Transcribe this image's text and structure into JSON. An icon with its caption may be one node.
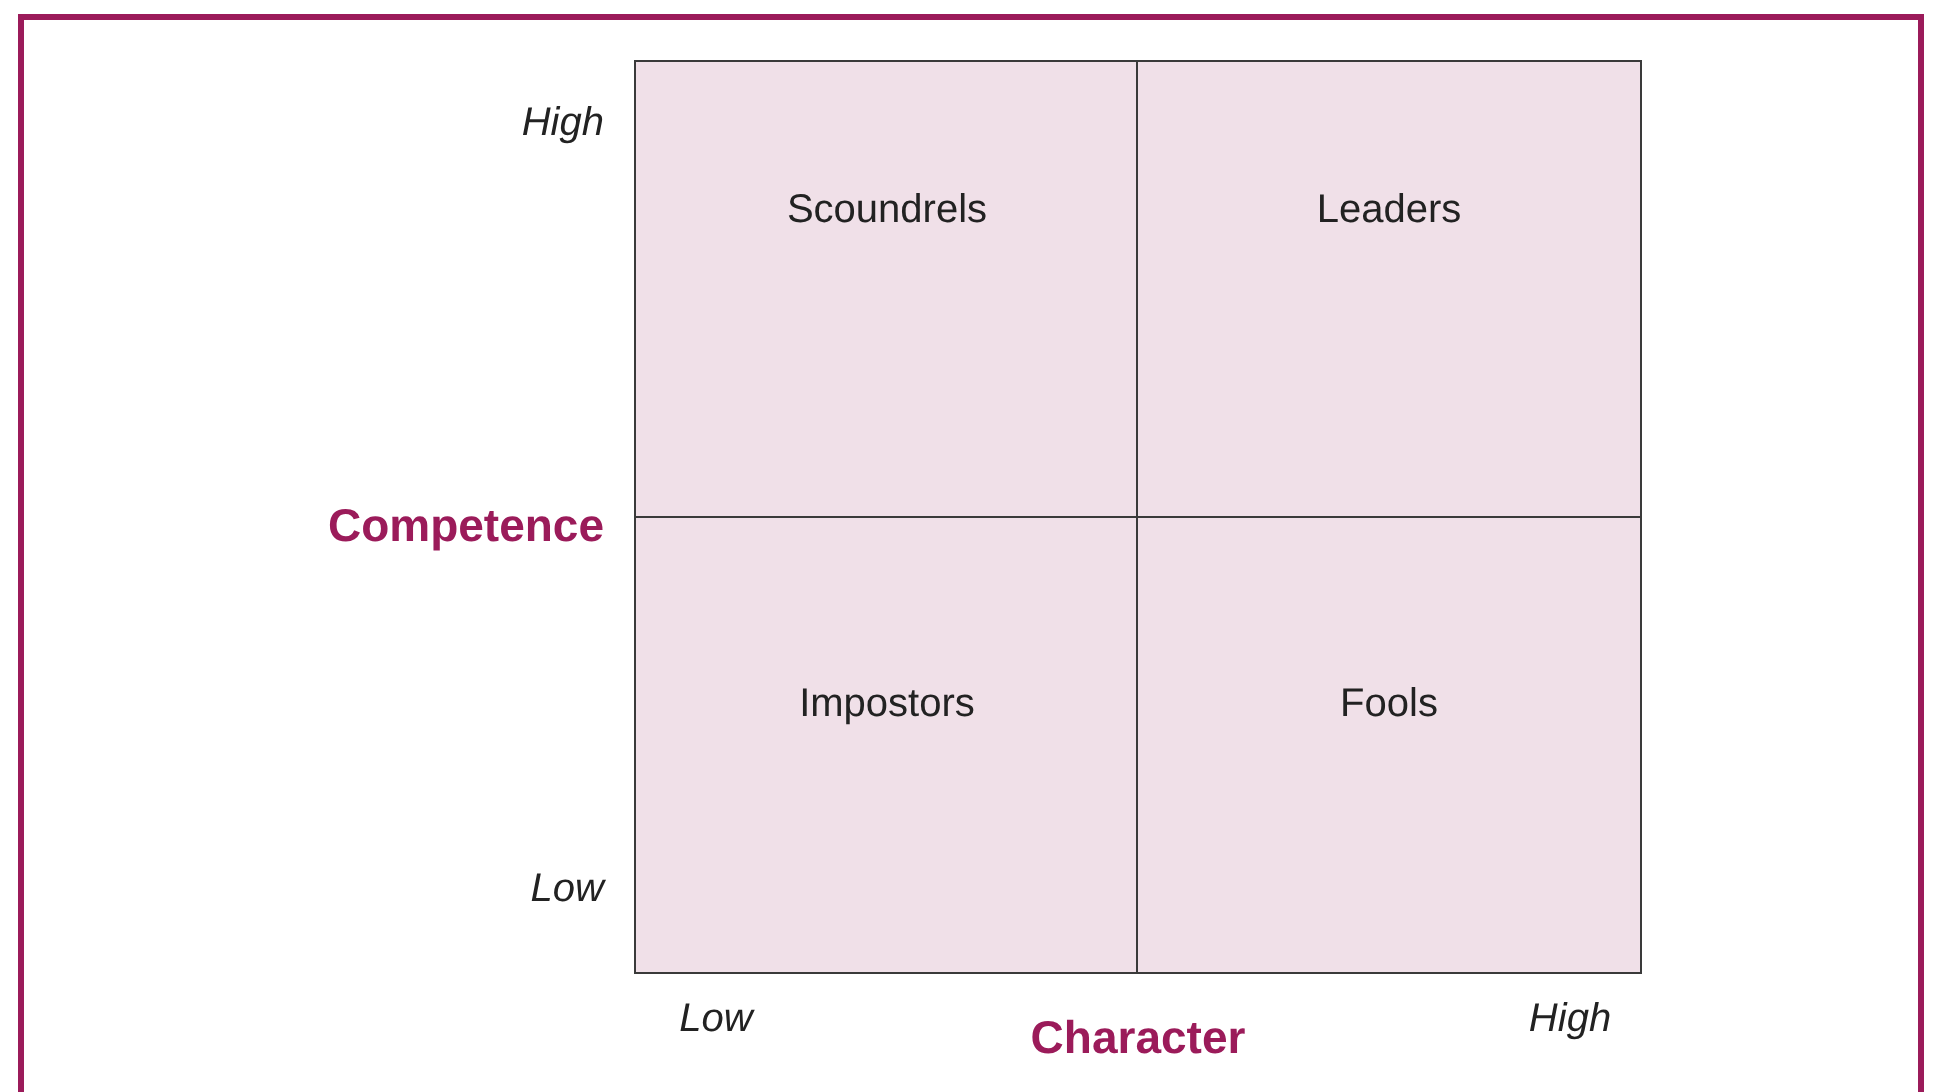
{
  "diagram": {
    "nodes": [
      {
        "text": [
          "Scoundrels"
        ]
      },
      {
        "text": [
          "Leaders"
        ]
      },
      {
        "text": [
          "Impostors"
        ]
      },
      {
        "text": [
          "Fools"
        ]
      }
    ],
    "labels": [
      "High",
      "Competence",
      "Low",
      "Low",
      "Character",
      "High"
    ]
  }
}
